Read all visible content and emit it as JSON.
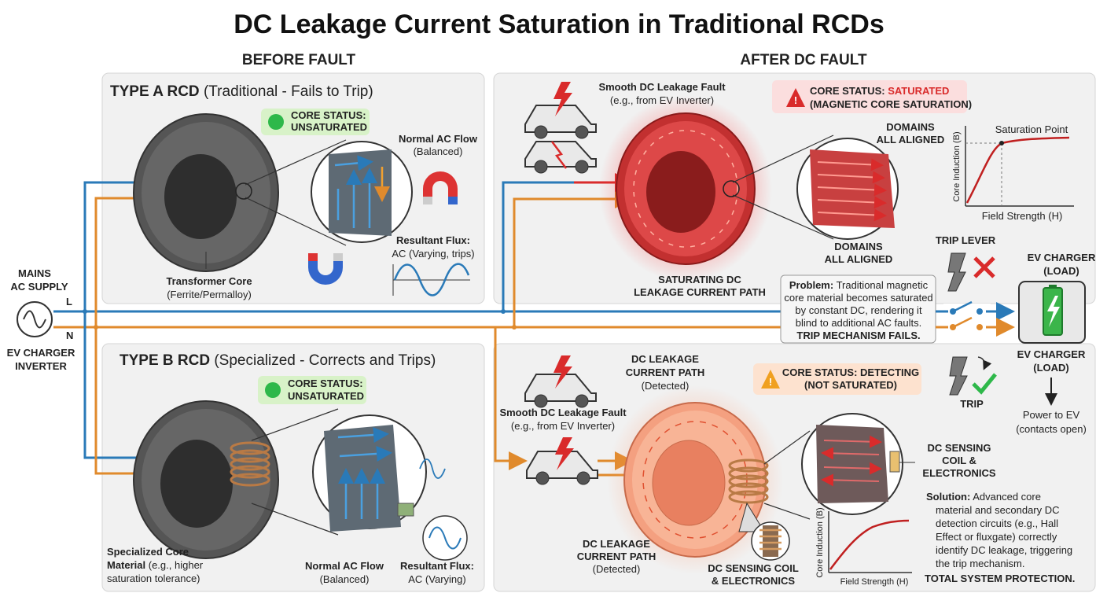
{
  "title": "DC Leakage Current Saturation in Traditional RCDs",
  "headers": {
    "before": "BEFORE FAULT",
    "after": "AFTER DC FAULT"
  },
  "supply": {
    "line1": "MAINS",
    "line2": "AC SUPPLY",
    "L": "L",
    "N": "N",
    "inv1": "EV CHARGER",
    "inv2": "INVERTER"
  },
  "typeA": {
    "title_bold": "TYPE A RCD",
    "title_rest": " (Traditional - Fails to Trip)",
    "status1": "CORE STATUS:",
    "status2": "UNSATURATED",
    "flow1": "Normal AC Flow",
    "flow2": "(Balanced)",
    "flux1": "Resultant Flux:",
    "flux2": "AC (Varying, trips)",
    "core1": "Transformer Core",
    "core2": "(Ferrite/Permalloy)"
  },
  "typeB": {
    "title_bold": "TYPE B RCD",
    "title_rest": " (Specialized - Corrects and Trips)",
    "status1": "CORE STATUS:",
    "status2": "UNSATURATED",
    "core1": "Specialized Core",
    "core2_bold": "Material",
    "core2_rest": " (e.g., higher",
    "core3": "saturation tolerance)",
    "flow1": "Normal AC Flow",
    "flow2": "(Balanced)",
    "flux1": "Resultant Flux:",
    "flux2": "AC (Varying)"
  },
  "afterA": {
    "fault1": "Smooth DC Leakage Fault",
    "fault2": "(e.g., from EV Inverter)",
    "status_prefix": "CORE STATUS: ",
    "status_word": "SATURATED",
    "status2": "(MAGNETIC CORE SATURATION)",
    "dom1a": "DOMAINS",
    "dom1b": "ALL ALIGNED",
    "dom2a": "DOMAINS",
    "dom2b": "ALL ALIGNED",
    "path1": "SATURATING DC",
    "path2": "LEAKAGE CURRENT PATH",
    "graph_sat": "Saturation Point",
    "graph_y": "Core Induction (B)",
    "graph_x": "Field Strength (H)",
    "trip_lever": "TRIP LEVER",
    "problem_bold": "Problem:",
    "problem_l1": " Traditional magnetic",
    "problem_l2": "core material becomes saturated",
    "problem_l3": "by constant DC, rendering it",
    "problem_l4": "blind to additional AC faults.",
    "problem_l5": "TRIP MECHANISM FAILS."
  },
  "load": {
    "top1": "EV CHARGER",
    "top2": "(LOAD)",
    "bot1": "EV CHARGER",
    "bot2": "(LOAD)",
    "power1": "Power to EV",
    "power2": "(contacts open)"
  },
  "afterB": {
    "path_top1": "DC LEAKAGE",
    "path_top2": "CURRENT PATH",
    "path_top3": "(Detected)",
    "status1": "CORE STATUS: DETECTING",
    "status2": "(NOT SATURATED)",
    "fault1": "Smooth DC Leakage Fault",
    "fault2": "(e.g., from EV Inverter)",
    "trip": "TRIP",
    "coil1": "DC SENSING",
    "coil2": "COIL &",
    "coil3": "ELECTRONICS",
    "solution_bold": "Solution:",
    "sol_l1": " Advanced core",
    "sol_l2": "material and secondary DC",
    "sol_l3": "detection circuits (e.g., Hall",
    "sol_l4": "Effect or fluxgate) correctly",
    "sol_l5": "identify DC leakage, triggering",
    "sol_l6": "the trip mechanism.",
    "sol_l7": "TOTAL SYSTEM PROTECTION.",
    "path_bot1": "DC LEAKAGE",
    "path_bot2": "CURRENT PATH",
    "path_bot3": "(Detected)",
    "coil_bot1": "DC SENSING COIL",
    "coil_bot2": "& ELECTRONICS",
    "graph_y": "Core Induction (B)",
    "graph_x": "Field Strength (H)"
  },
  "colors": {
    "line_L": "#2a7ab8",
    "line_N": "#e08a2c",
    "dc_red": "#d92b2b",
    "status_green": "#2eb84a",
    "status_green_bg": "#d8f2c8",
    "warn_orange": "#f0a020",
    "panel_bg": "#f1f1f1"
  }
}
